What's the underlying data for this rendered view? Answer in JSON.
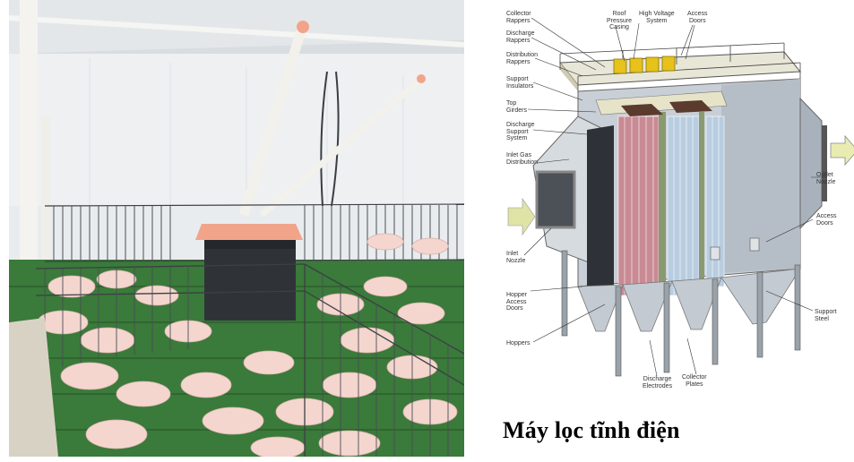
{
  "photo": {
    "subject": "pig barn with ceiling-fed feeder hopper and piglets in pens",
    "colors": {
      "wall": "#eef0f2",
      "ceiling": "#dcdfe2",
      "feeder_top": "#f2a48a",
      "feeder_body": "#2f3338",
      "floor": "#3a7a3a",
      "pig": "#f4d6cf",
      "fence": "#3c3f44",
      "pipe": "#f3f1ec"
    }
  },
  "diagram": {
    "title": "Electrostatic precipitator cutaway",
    "labels": {
      "collector_rappers": "Collector\nRappers",
      "discharge_rappers": "Discharge\nRappers",
      "distribution_rappers": "Distribution\nRappers",
      "support_insulators": "Support\nInsulators",
      "top_girders": "Top\nGirders",
      "discharge_support_system": "Discharge\nSupport\nSystem",
      "inlet_gas_distribution": "Inlet Gas\nDistribution",
      "inlet_nozzle": "Inlet\nNozzle",
      "hopper_access_doors": "Hopper\nAccess\nDoors",
      "hoppers": "Hoppers",
      "roof_pressure_casing": "Roof\nPressure\nCasing",
      "high_voltage_system": "High Voltage\nSystem",
      "access_doors_top": "Access\nDoors",
      "outlet_nozzle": "Outlet\nNozzle",
      "access_doors_right": "Access\nDoors",
      "support_steel": "Support\nSteel",
      "discharge_electrodes": "Discharge\nElectrodes",
      "collector_plates": "Collector\nPlates"
    },
    "colors": {
      "casing": "#c9cfd6",
      "casing_dark": "#9aa4ae",
      "hv_box": "#e6c21a",
      "plate_red": "#c98a94",
      "plate_blue": "#b9cde0",
      "arrow": "#e8ecb0"
    }
  },
  "caption": "Máy lọc tĩnh điện"
}
